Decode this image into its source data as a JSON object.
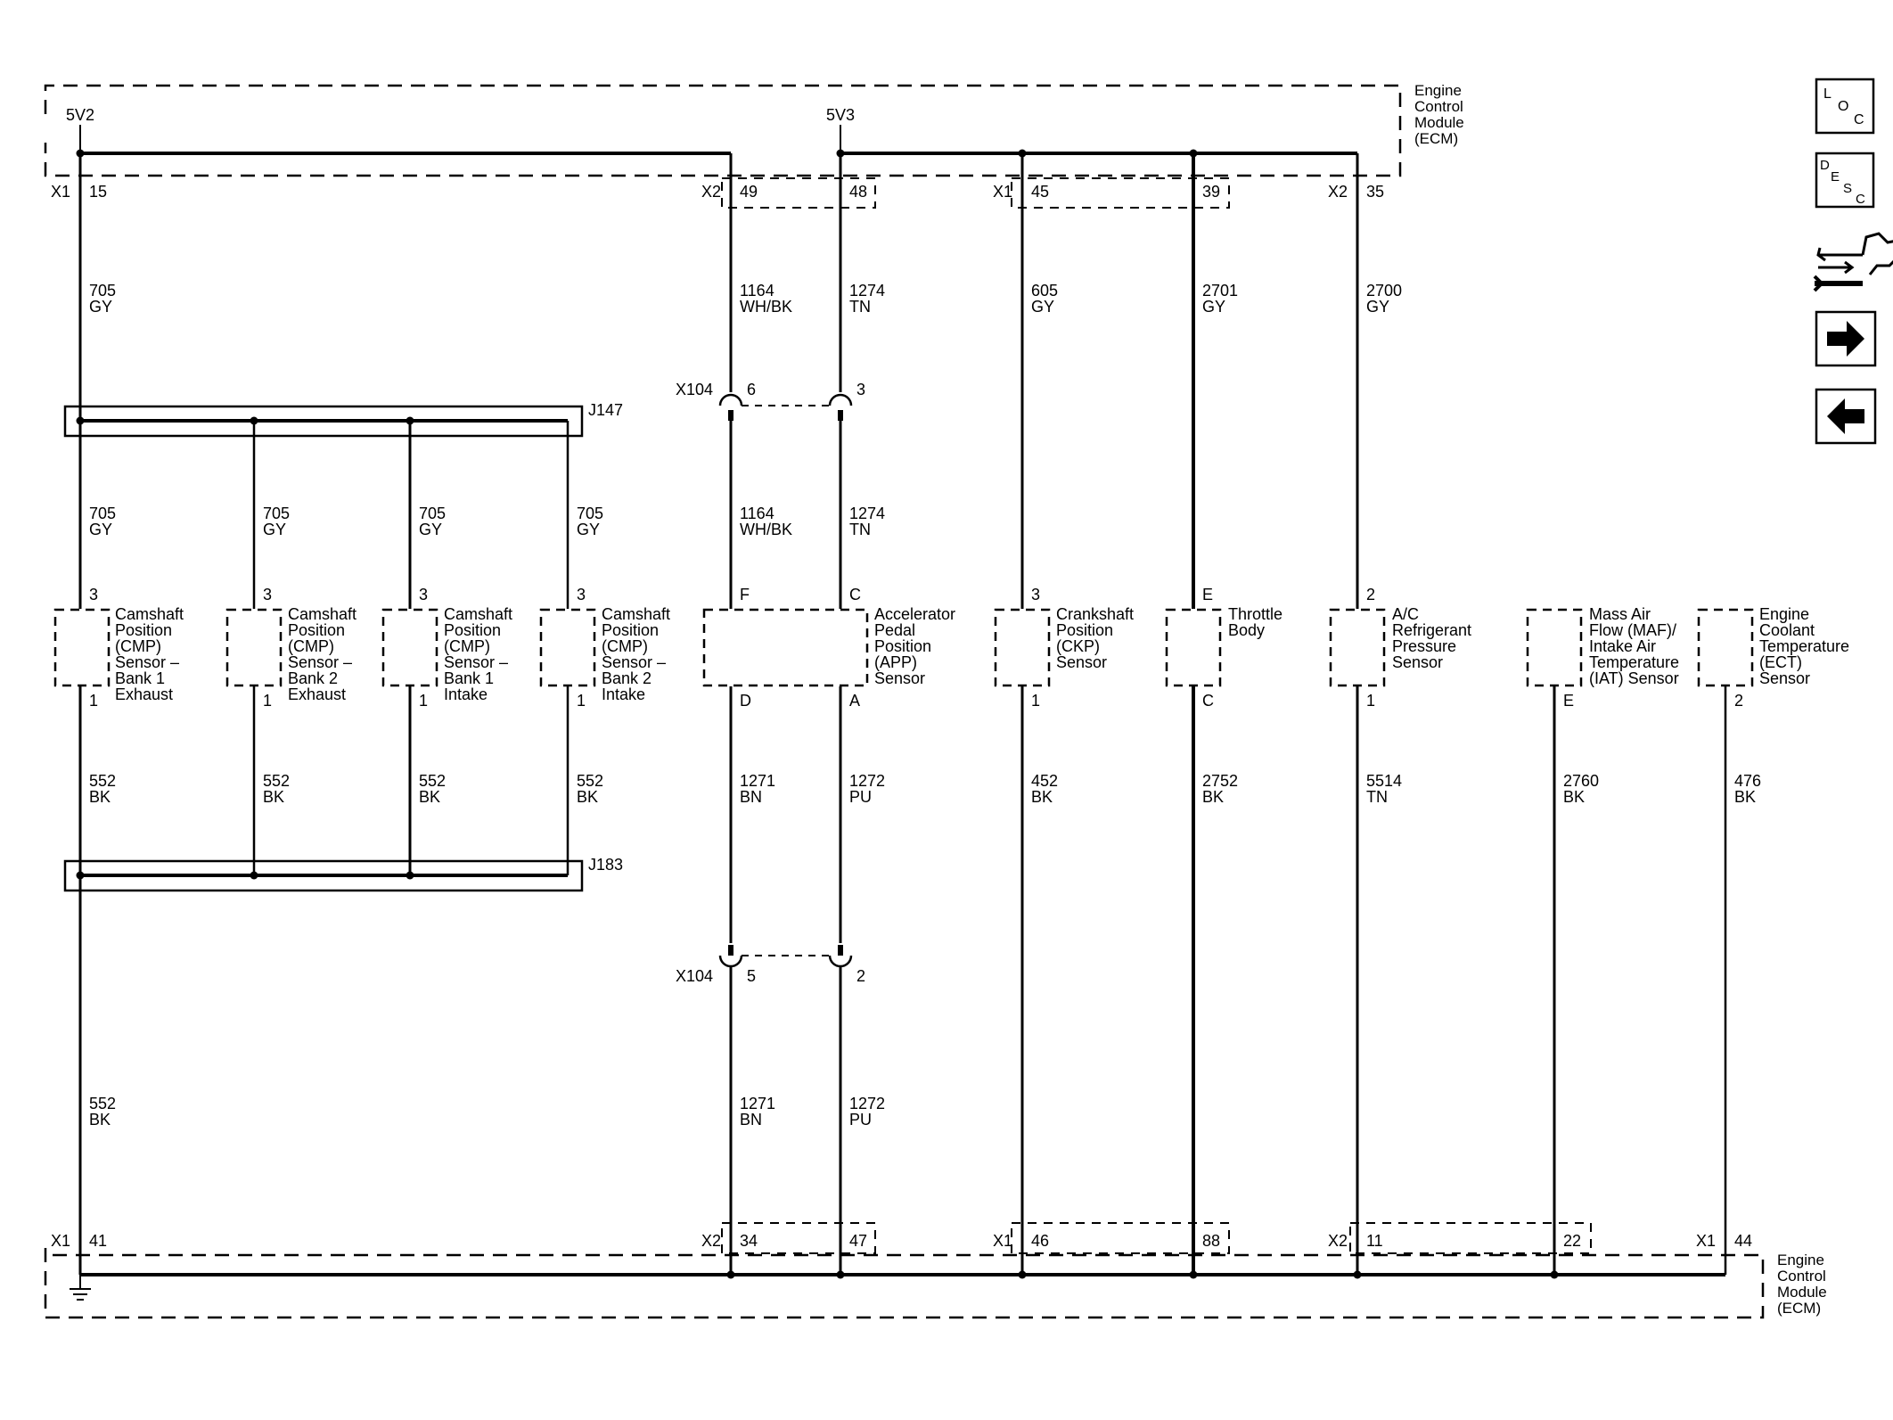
{
  "ecm": {
    "label_lines": [
      "Engine",
      "Control",
      "Module",
      "(ECM)"
    ],
    "supply_5v2": "5V2",
    "supply_5v3": "5V3"
  },
  "nav": {
    "loc_letters": [
      "L",
      "O",
      "C"
    ],
    "desc_letters": [
      "D",
      "E",
      "S",
      "C"
    ]
  },
  "pins_top": [
    {
      "connector": "X1",
      "pin": "15"
    },
    {
      "connector": "X2",
      "pin": "49"
    },
    {
      "connector": "",
      "pin": "48"
    },
    {
      "connector": "X1",
      "pin": "45"
    },
    {
      "connector": "",
      "pin": "39"
    },
    {
      "connector": "X2",
      "pin": "35"
    }
  ],
  "pins_bottom": [
    {
      "connector": "X1",
      "pin": "41"
    },
    {
      "connector": "X2",
      "pin": "34"
    },
    {
      "connector": "",
      "pin": "47"
    },
    {
      "connector": "X1",
      "pin": "46"
    },
    {
      "connector": "",
      "pin": "88"
    },
    {
      "connector": "X2",
      "pin": "11"
    },
    {
      "connector": "",
      "pin": "22"
    },
    {
      "connector": "X1",
      "pin": "44"
    }
  ],
  "wire_labels": [
    [
      "705",
      "GY"
    ],
    [
      "1164",
      "WH/BK"
    ],
    [
      "1274",
      "TN"
    ],
    [
      "605",
      "GY"
    ],
    [
      "2701",
      "GY"
    ],
    [
      "2700",
      "GY"
    ],
    [
      "705",
      "GY"
    ],
    [
      "705",
      "GY"
    ],
    [
      "705",
      "GY"
    ],
    [
      "705",
      "GY"
    ],
    [
      "1164",
      "WH/BK"
    ],
    [
      "1274",
      "TN"
    ],
    [
      "552",
      "BK"
    ],
    [
      "552",
      "BK"
    ],
    [
      "552",
      "BK"
    ],
    [
      "552",
      "BK"
    ],
    [
      "1271",
      "BN"
    ],
    [
      "1272",
      "PU"
    ],
    [
      "452",
      "BK"
    ],
    [
      "2752",
      "BK"
    ],
    [
      "5514",
      "TN"
    ],
    [
      "2760",
      "BK"
    ],
    [
      "476",
      "BK"
    ],
    [
      "552",
      "BK"
    ],
    [
      "1271",
      "BN"
    ],
    [
      "1272",
      "PU"
    ]
  ],
  "splices": [
    "J147",
    "J183"
  ],
  "inline_connectors": [
    {
      "name": "X104",
      "pins": [
        "6",
        "3"
      ]
    },
    {
      "name": "X104",
      "pins": [
        "5",
        "2"
      ]
    }
  ],
  "components": [
    {
      "name_lines": [
        "Camshaft",
        "Position",
        "(CMP)",
        "Sensor –",
        "Bank 1",
        "Exhaust"
      ],
      "pins": [
        "3",
        "1"
      ]
    },
    {
      "name_lines": [
        "Camshaft",
        "Position",
        "(CMP)",
        "Sensor –",
        "Bank 2",
        "Exhaust"
      ],
      "pins": [
        "3",
        "1"
      ]
    },
    {
      "name_lines": [
        "Camshaft",
        "Position",
        "(CMP)",
        "Sensor –",
        "Bank 1",
        "Intake"
      ],
      "pins": [
        "3",
        "1"
      ]
    },
    {
      "name_lines": [
        "Camshaft",
        "Position",
        "(CMP)",
        "Sensor –",
        "Bank 2",
        "Intake"
      ],
      "pins": [
        "3",
        "1"
      ]
    },
    {
      "name_lines": [
        "Accelerator",
        "Pedal",
        "Position",
        "(APP)",
        "Sensor"
      ],
      "pins": [
        "F",
        "C",
        "D",
        "A"
      ]
    },
    {
      "name_lines": [
        "Crankshaft",
        "Position",
        "(CKP)",
        "Sensor"
      ],
      "pins": [
        "3",
        "1"
      ]
    },
    {
      "name_lines": [
        "Throttle",
        "Body"
      ],
      "pins": [
        "E",
        "C"
      ]
    },
    {
      "name_lines": [
        "A/C",
        "Refrigerant",
        "Pressure",
        "Sensor"
      ],
      "pins": [
        "2",
        "1"
      ]
    },
    {
      "name_lines": [
        "Mass Air",
        "Flow (MAF)/",
        "Intake Air",
        "Temperature",
        "(IAT) Sensor"
      ],
      "pins": [
        "E"
      ]
    },
    {
      "name_lines": [
        "Engine",
        "Coolant",
        "Temperature",
        "(ECT)",
        "Sensor"
      ],
      "pins": [
        "2"
      ]
    }
  ]
}
